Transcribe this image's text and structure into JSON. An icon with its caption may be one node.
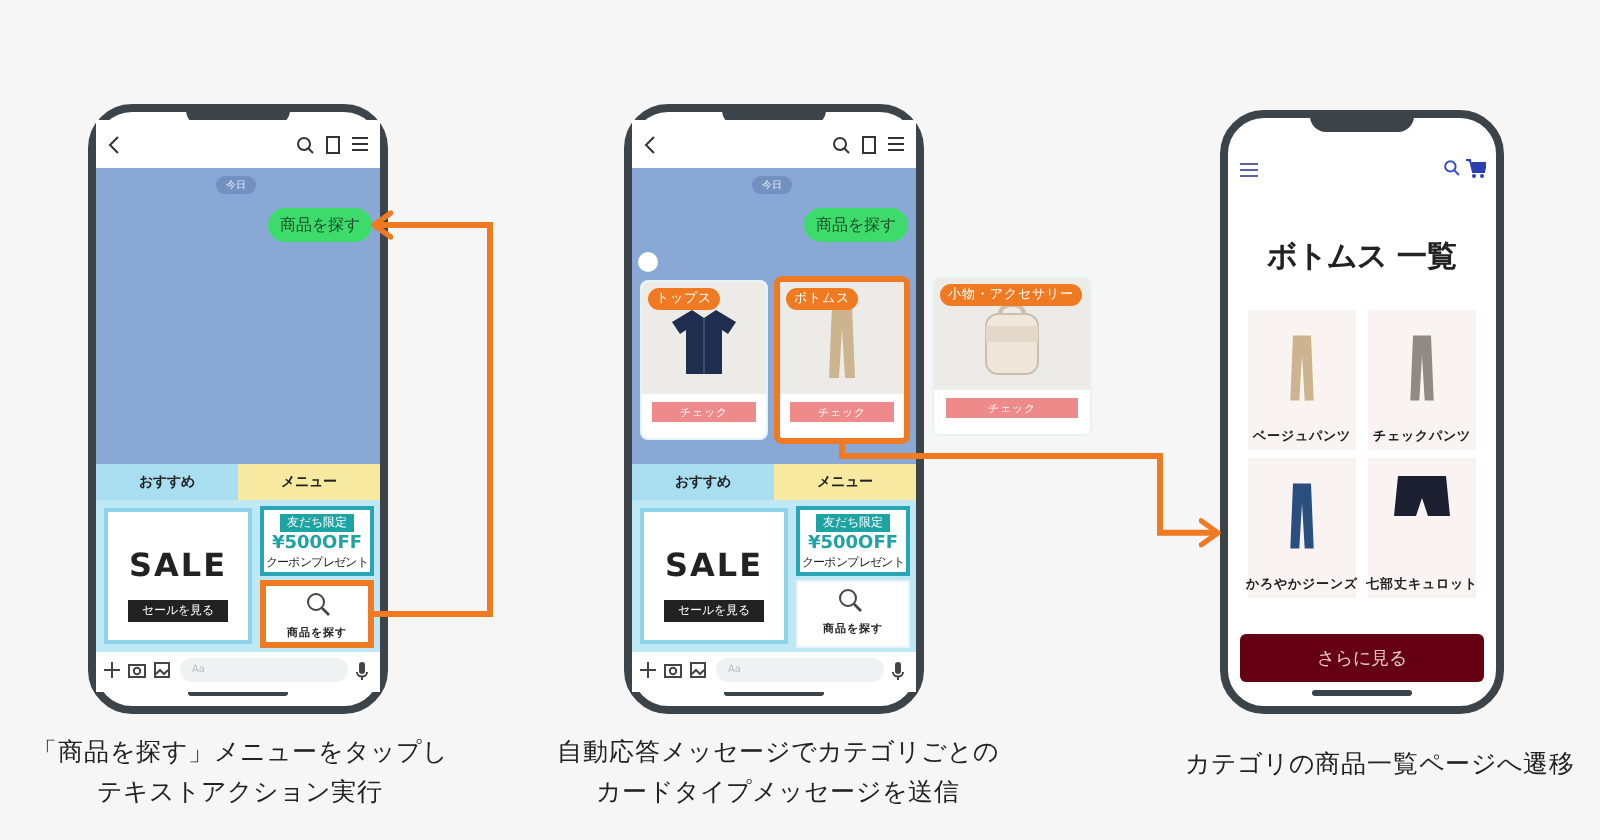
{
  "diagram": {
    "nodes": [
      {
        "text": [],
        "shape": "box",
        "beside": [
          "「商品を探す」メニューをタップしテキストアクション実行"
        ]
      },
      {
        "text": [
          "商品を探す"
        ],
        "in": 0
      },
      {
        "text": [
          "おすすめ"
        ],
        "in": 0
      },
      {
        "text": [
          "メニュー"
        ],
        "in": 0
      },
      {
        "text": [
          "SALE",
          "セールを見る"
        ],
        "in": 0
      },
      {
        "text": [
          "友だち限定",
          "¥500OFF",
          "クーポンプレゼント"
        ],
        "in": 0
      },
      {
        "text": [
          "商品を探す"
        ],
        "in": 0
      },
      {
        "text": [],
        "shape": "box",
        "beside": [
          "自動応答メッセージでカテゴリごとのカードタイプメッセージを送信"
        ]
      },
      {
        "text": [
          "商品を探す"
        ],
        "in": 7
      },
      {
        "text": [
          "トップス",
          "チェック"
        ],
        "in": 7
      },
      {
        "text": [
          "ボトムス",
          "チェック"
        ],
        "in": 7
      },
      {
        "text": [
          "小物・アクセサリー",
          "チェック"
        ]
      },
      {
        "text": [
          "おすすめ"
        ],
        "in": 7
      },
      {
        "text": [
          "メニュー"
        ],
        "in": 7
      },
      {
        "text": [
          "SALE",
          "セールを見る"
        ],
        "in": 7
      },
      {
        "text": [
          "友だち限定",
          "¥500OFF",
          "クーポンプレゼント"
        ],
        "in": 7
      },
      {
        "text": [
          "商品を探す"
        ],
        "in": 7
      },
      {
        "text": [],
        "shape": "box",
        "beside": [
          "カテゴリの商品一覧ページへ遷移"
        ]
      },
      {
        "text": [
          "ベージュパンツ"
        ],
        "in": 17
      },
      {
        "text": [
          "チェックパンツ"
        ],
        "in": 17
      },
      {
        "text": [
          "かろやかジーンズ"
        ],
        "in": 17
      },
      {
        "text": [
          "七部丈キュロット"
        ],
        "in": 17
      },
      {
        "text": [
          "さらに見る"
        ],
        "in": 17
      }
    ],
    "edges": [
      {
        "from": 6,
        "to": 1,
        "arrow": "to"
      },
      {
        "from": 10,
        "to": 17,
        "arrow": "to"
      }
    ],
    "labels": [
      "今日",
      "Aa",
      "今日",
      "Aa",
      "ボトムス 一覧"
    ]
  }
}
